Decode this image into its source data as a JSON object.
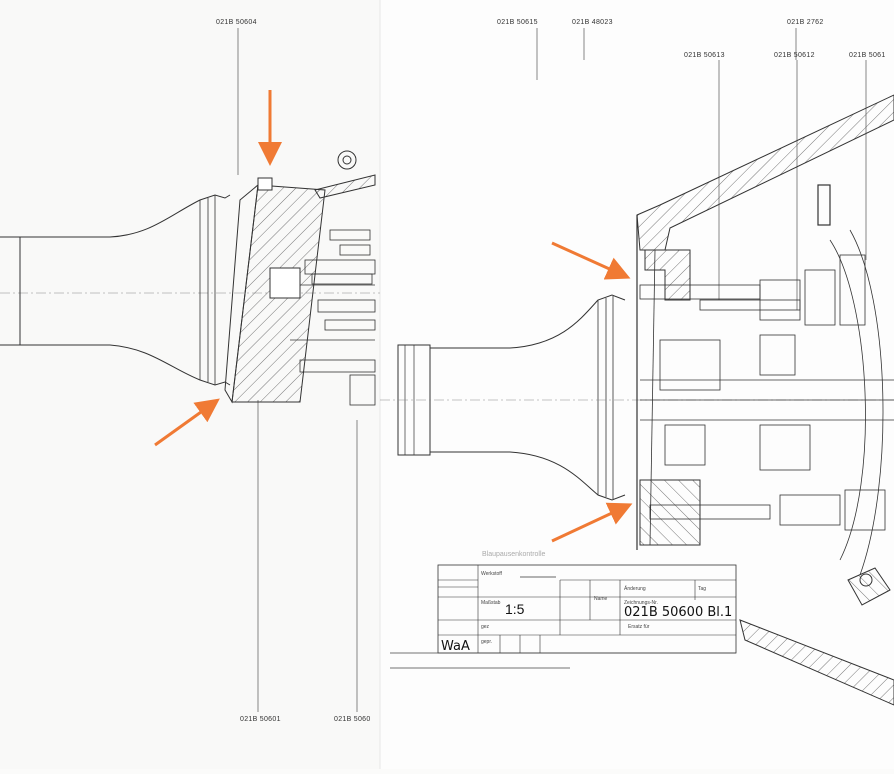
{
  "drawing": {
    "part_labels": {
      "top_50604": "021B 50604",
      "top_50615": "021B 50615",
      "top_48023": "021B 48023",
      "top_2762": "021B 2762",
      "top_50613": "021B 50613",
      "top_50612": "021B 50612",
      "top_5061x": "021B 5061",
      "bottom_50601": "021B 50601",
      "bottom_5060x": "021B 5060"
    },
    "stamp": "Blaupausenkontrolle",
    "title_block": {
      "werkstoff": "Werkstoff",
      "massstab_label": "Maßstab",
      "massstab_value": "1:5",
      "aenderung": "Änderung",
      "tag": "Tag",
      "name": "Name",
      "zeichnungsnr_label": "Zeichnungs-Nr.",
      "drawing_number": "021B 50600 Bl.1",
      "ersatz_fuer": "Ersatz für",
      "waa": "WaA",
      "gez": "gez",
      "gepr": "gepr."
    }
  },
  "annotations": {
    "arrow_color": "#f07a34",
    "arrow_count": 4
  }
}
